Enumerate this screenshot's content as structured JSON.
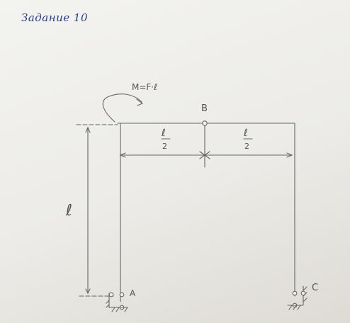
{
  "title": "Задание 10",
  "diagram": {
    "moment_label": "M=F·ℓ",
    "point_b": "B",
    "point_a": "A",
    "point_c": "C",
    "height_label": "ℓ",
    "span_num_left": "ℓ",
    "span_den_left": "2",
    "span_num_right": "ℓ",
    "span_den_right": "2"
  }
}
